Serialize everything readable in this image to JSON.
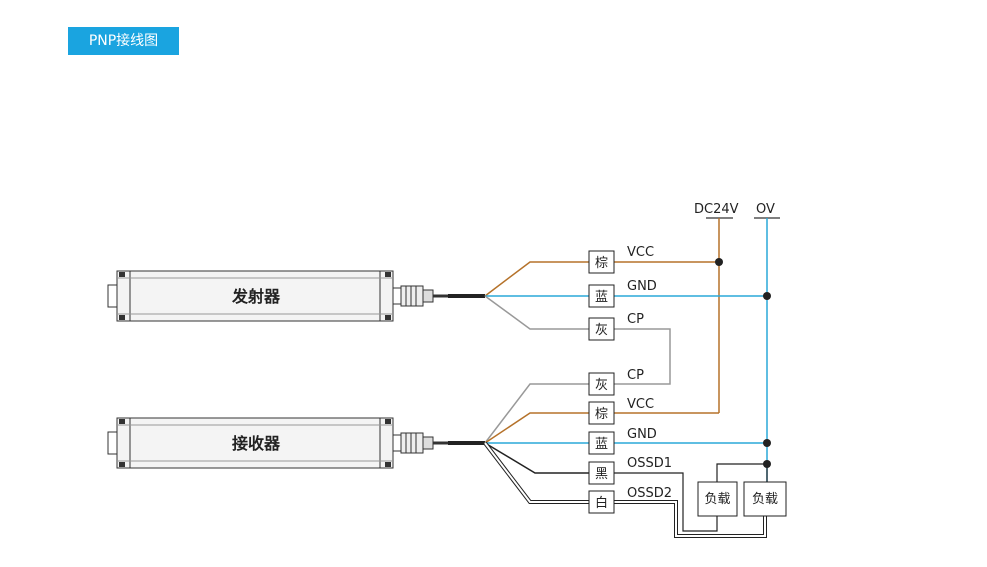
{
  "header": {
    "title": "PNP接线图"
  },
  "colors": {
    "accent": "#1aa4e0",
    "brown": "#b5722a",
    "blue": "#2aa8d8",
    "gray": "#999999",
    "black": "#222222"
  },
  "power": {
    "positive_label": "DC24V",
    "negative_label": "OV"
  },
  "emitter": {
    "name": "发射器",
    "wires": [
      {
        "color_label": "棕",
        "signal": "VCC"
      },
      {
        "color_label": "蓝",
        "signal": "GND"
      },
      {
        "color_label": "灰",
        "signal": "CP"
      }
    ]
  },
  "receiver": {
    "name": "接收器",
    "wires": [
      {
        "color_label": "灰",
        "signal": "CP"
      },
      {
        "color_label": "棕",
        "signal": "VCC"
      },
      {
        "color_label": "蓝",
        "signal": "GND"
      },
      {
        "color_label": "黑",
        "signal": "OSSD1"
      },
      {
        "color_label": "白",
        "signal": "OSSD2"
      }
    ]
  },
  "loads": [
    {
      "label": "负载"
    },
    {
      "label": "负载"
    }
  ]
}
